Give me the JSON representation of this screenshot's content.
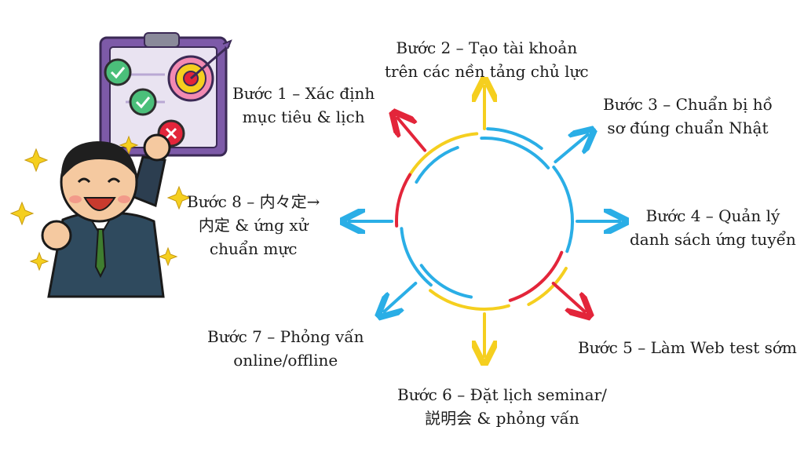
{
  "colors": {
    "red": "#e3253a",
    "yellow": "#f5cf1f",
    "blue": "#2aaee6"
  },
  "illustration": {
    "description_icon": "happy-businessman-with-target-checklist-icon"
  },
  "steps": [
    {
      "line1": "Bước 1 – Xác định",
      "line2": "mục tiêu & lịch"
    },
    {
      "line1": "Bước 2 – Tạo tài khoản",
      "line2": "trên các nền tảng chủ lực"
    },
    {
      "line1": "Bước 3 – Chuẩn bị hồ",
      "line2": "sơ đúng chuẩn Nhật"
    },
    {
      "line1": "Bước 4 – Quản lý",
      "line2": "danh sách ứng tuyển"
    },
    {
      "line1": "Bước 5 – Làm Web test sớm",
      "line2": ""
    },
    {
      "line1": "Bước 6 – Đặt lịch seminar/",
      "line2": "説明会 & phỏng vấn"
    },
    {
      "line1": "Bước 7 – Phỏng vấn",
      "line2": "online/offline"
    },
    {
      "line1": "Bước 8 – 内々定→",
      "line2": "内定 & ứng xử",
      "line3": "chuẩn mực"
    }
  ]
}
